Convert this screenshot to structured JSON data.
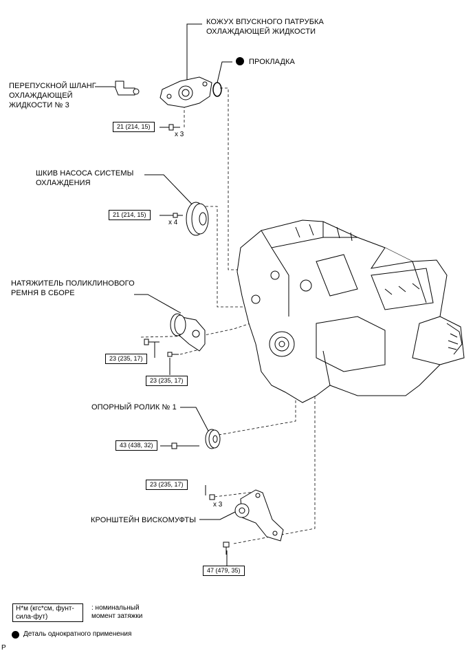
{
  "labels": {
    "housing": "КОЖУХ ВПУСКНОГО ПАТРУБКА\nОХЛАЖДАЮЩЕЙ ЖИДКОСТИ",
    "gasket": "ПРОКЛАДКА",
    "bypass_hose": "ПЕРЕПУСКНОЙ ШЛАНГ\nОХЛАЖДАЮЩЕЙ\nЖИДКОСТИ № 3",
    "pulley": "ШКИВ НАСОСА СИСТЕМЫ\nОХЛАЖДЕНИЯ",
    "tensioner": "НАТЯЖИТЕЛЬ ПОЛИКЛИНОВОГО\nРЕМНЯ В СБОРЕ",
    "idler": "ОПОРНЫЙ РОЛИК № 1",
    "bracket": "КРОНШТЕЙН ВИСКОМУФТЫ"
  },
  "torques": {
    "housing": "21 (214, 15)",
    "pulley": "21 (214, 15)",
    "tensioner_a": "23 (235, 17)",
    "tensioner_b": "23 (235, 17)",
    "idler": "43 (438, 32)",
    "bracket_top": "23 (235, 17)",
    "bracket_bottom": "47 (479, 35)"
  },
  "quantities": {
    "housing": "x 3",
    "pulley": "x 4",
    "bracket": "x 3"
  },
  "legend": {
    "unit": "Н*м (кгс*см, фунт-сила-фут)",
    "unit_desc": ": номинальный\nмомент затяжки",
    "single_use": "Деталь однократного применения"
  },
  "corner_mark": "P"
}
